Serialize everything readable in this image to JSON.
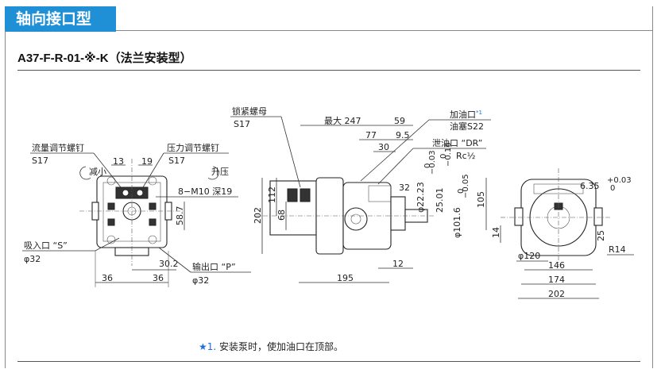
{
  "header": {
    "title": "轴向接口型"
  },
  "model": {
    "title": "A37-F-R-01-※-K（法兰安装型）"
  },
  "front_view": {
    "flow_screw": "流量调节螺钉",
    "flow_screw_size": "S17",
    "pressure_screw": "压力调节螺钉",
    "pressure_screw_size": "S17",
    "decrease": "减小",
    "increase": "升压",
    "dim_13": "13",
    "dim_19": "19",
    "bolts": "8−M10 深19",
    "dim_58_7": "58.7",
    "suction_port": "吸入口 “S”",
    "suction_dia": "φ32",
    "dim_30_2": "30.2",
    "outlet_port": "输出口 “P”",
    "outlet_dia": "φ32",
    "dim_36a": "36",
    "dim_36b": "36"
  },
  "side_view": {
    "lock_nut": "锁紧螺母",
    "lock_nut_size": "S17",
    "max_len": "最大 247",
    "dim_59": "59",
    "dim_77": "77",
    "dim_9_5": "9.5",
    "dim_30": "30",
    "fill_port": "加油口",
    "fill_star": "*1",
    "fill_plug": "油塞S22",
    "drain_port": "泄油口 “DR”",
    "drain_size": "Rc",
    "drain_frac": "½",
    "dim_32": "32",
    "dim_202": "202",
    "dim_112": "112",
    "dim_68": "68",
    "dim_22_23": "φ22.23",
    "tol_22": [
      "0",
      "−0.03"
    ],
    "dim_25_01": "25.01",
    "tol_25": [
      "0",
      "−0.16"
    ],
    "dim_101_6": "φ101.6",
    "tol_101": [
      "0",
      "−0.05"
    ],
    "dim_105": "105",
    "dim_12": "12",
    "dim_195": "195"
  },
  "end_view": {
    "dim_6_35": "6.35",
    "tol_6": [
      "+0.03",
      "0"
    ],
    "dim_14": "14",
    "dim_25": "25",
    "dim_120": "φ120",
    "dim_R14": "R14",
    "dim_146": "146",
    "dim_174": "174",
    "dim_202": "202"
  },
  "footnote": {
    "marker": "★1.",
    "text": "安装泵时，使加油口在顶部。"
  }
}
